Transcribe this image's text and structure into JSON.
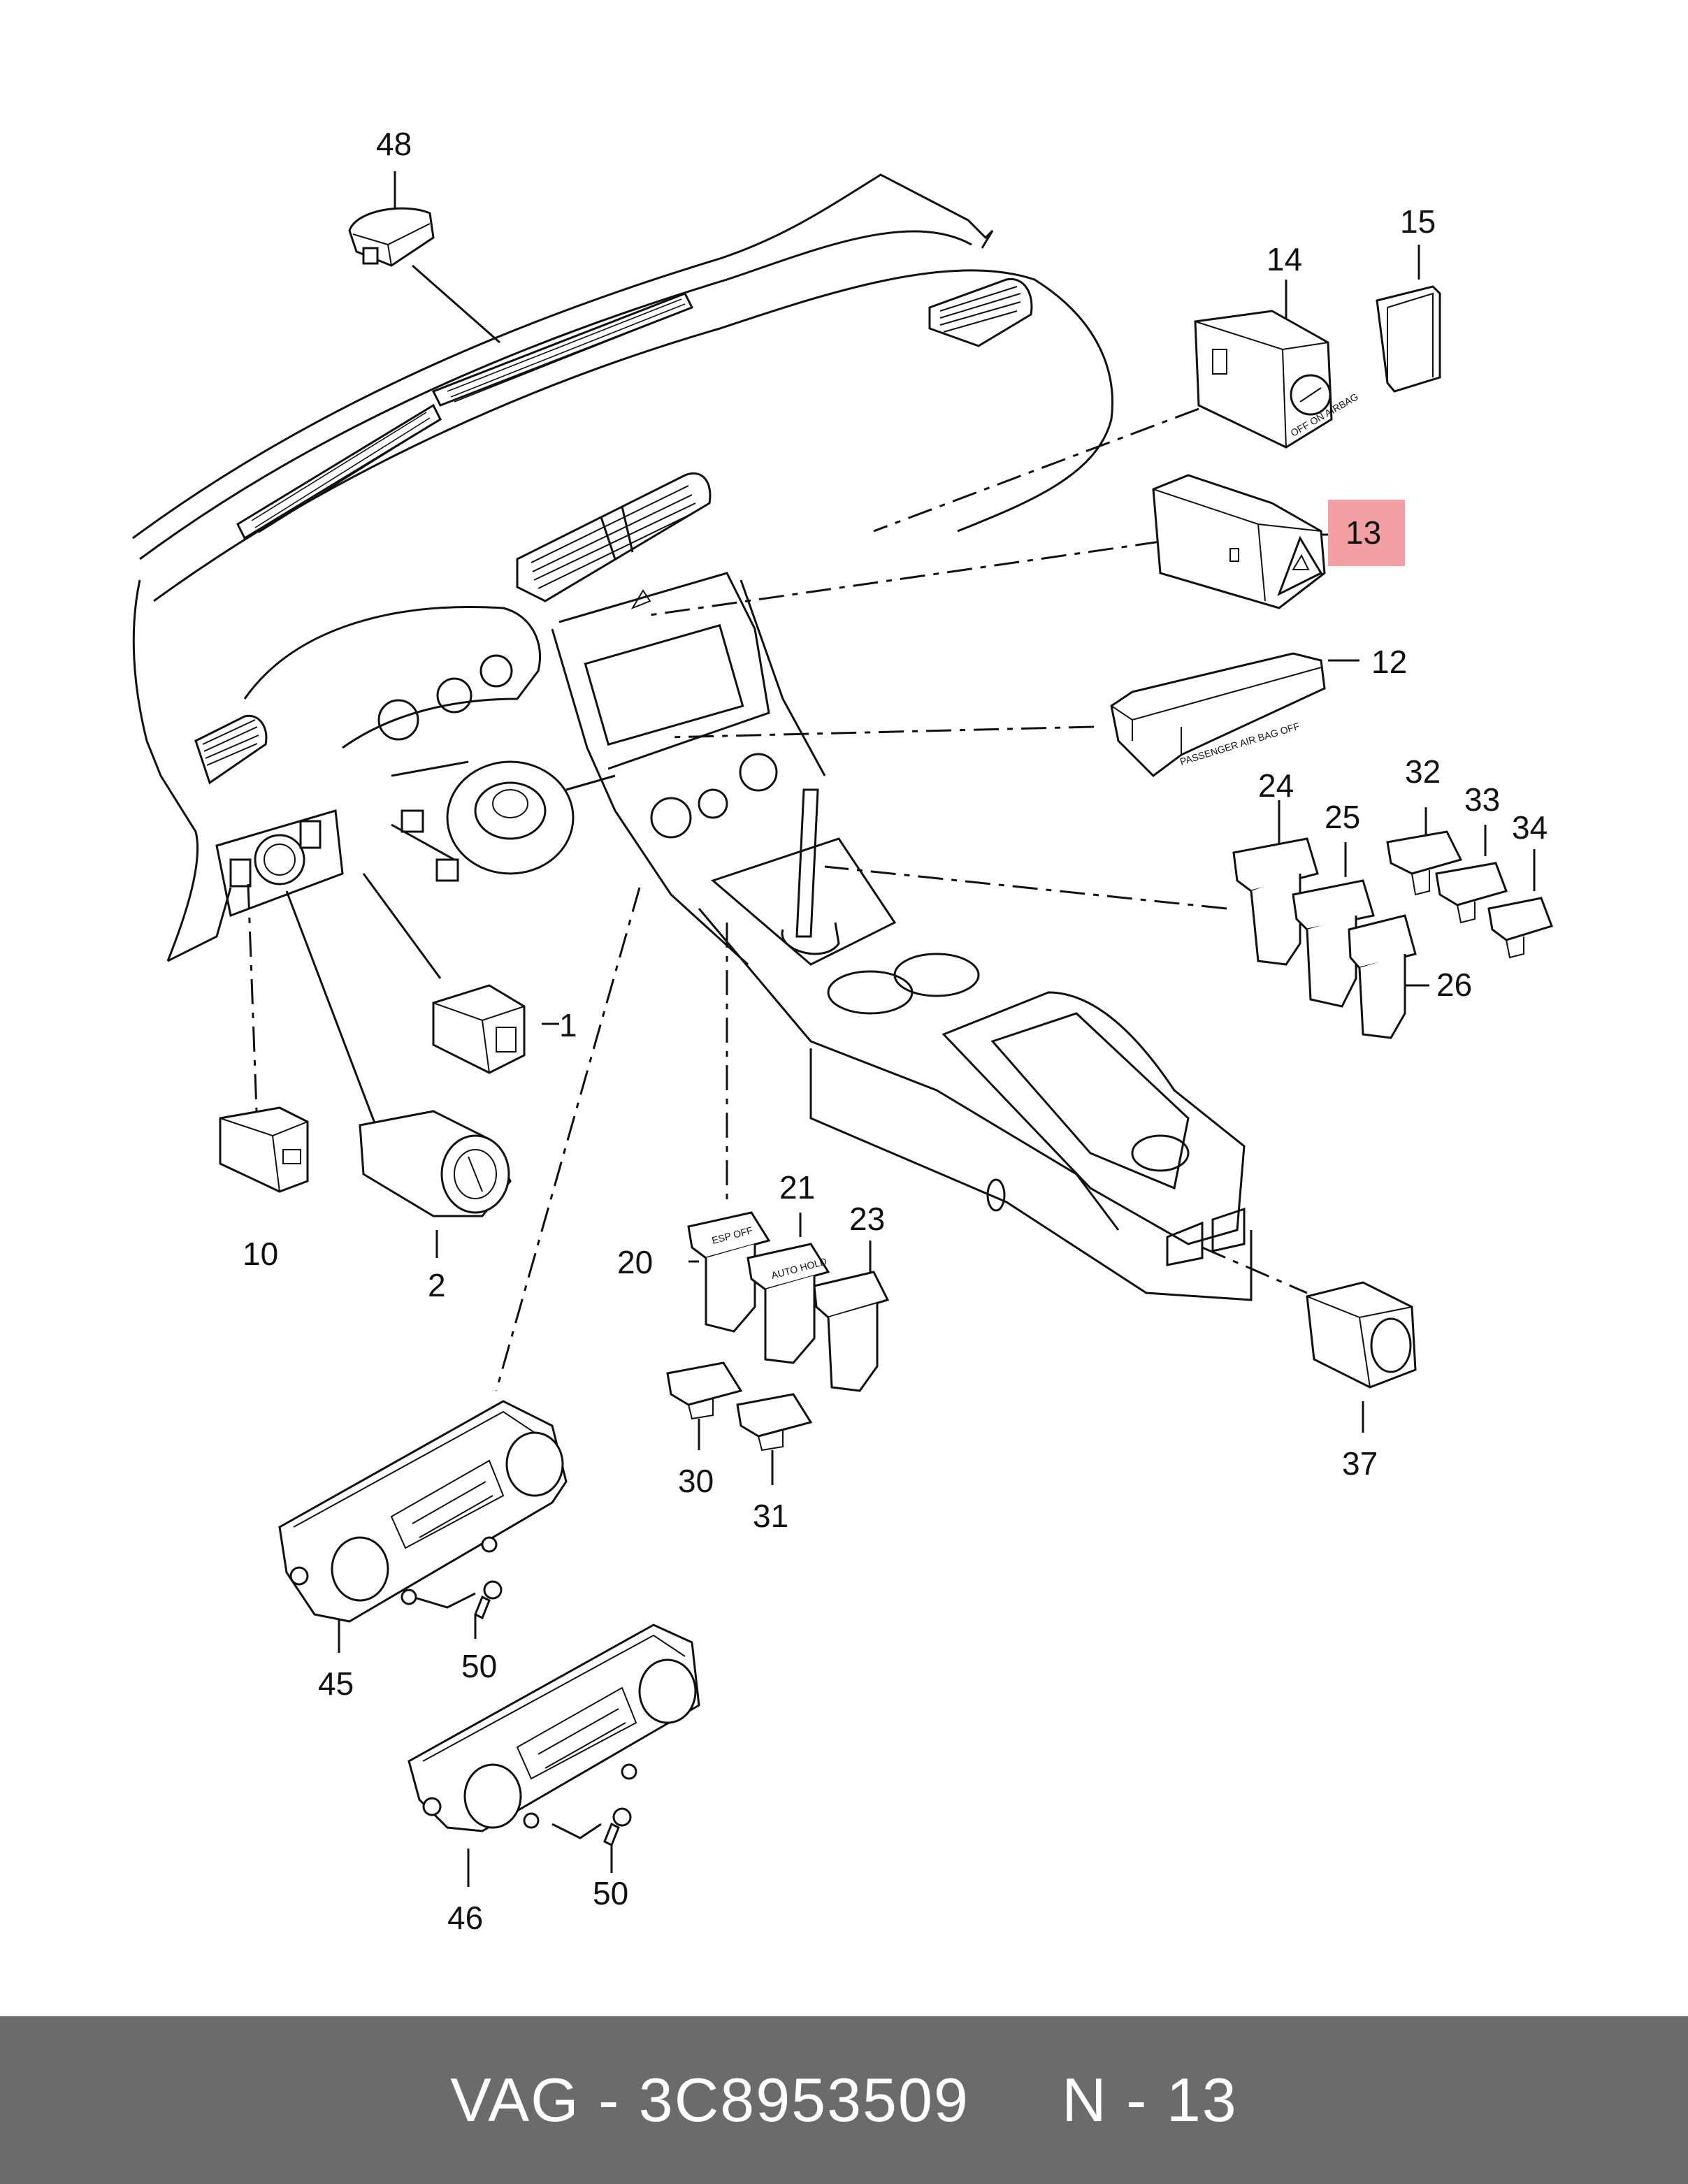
{
  "callouts": [
    {
      "id": "48",
      "text": "48"
    },
    {
      "id": "15",
      "text": "15"
    },
    {
      "id": "14",
      "text": "14"
    },
    {
      "id": "13",
      "text": "13",
      "highlight": "#f2a0a3"
    },
    {
      "id": "12",
      "text": "12"
    },
    {
      "id": "24",
      "text": "24"
    },
    {
      "id": "32",
      "text": "32"
    },
    {
      "id": "33",
      "text": "33"
    },
    {
      "id": "34",
      "text": "34"
    },
    {
      "id": "25",
      "text": "25"
    },
    {
      "id": "26",
      "text": "26"
    },
    {
      "id": "1",
      "text": "1"
    },
    {
      "id": "10",
      "text": "10"
    },
    {
      "id": "2",
      "text": "2"
    },
    {
      "id": "21",
      "text": "21"
    },
    {
      "id": "23",
      "text": "23"
    },
    {
      "id": "20",
      "text": "20"
    },
    {
      "id": "30",
      "text": "30"
    },
    {
      "id": "31",
      "text": "31"
    },
    {
      "id": "37",
      "text": "37"
    },
    {
      "id": "45",
      "text": "45"
    },
    {
      "id": "50a",
      "text": "50"
    },
    {
      "id": "46",
      "text": "46"
    },
    {
      "id": "50b",
      "text": "50"
    }
  ],
  "part_markings": {
    "airbag_switch": "OFF ON AIRBAG",
    "airbag_indicator": "PASSENGER AIR BAG OFF",
    "esp_button": "ESP OFF",
    "auto_hold_button": "AUTO HOLD"
  },
  "footer": {
    "brand": "VAG",
    "part_number": "3C8953509",
    "position": "N - 13",
    "text": "VAG - 3C8953509     N - 13"
  },
  "colors": {
    "footer_bg": "#6b6b6b",
    "footer_text": "#ffffff",
    "highlight": "#f2a0a3",
    "ink": "#111111"
  }
}
